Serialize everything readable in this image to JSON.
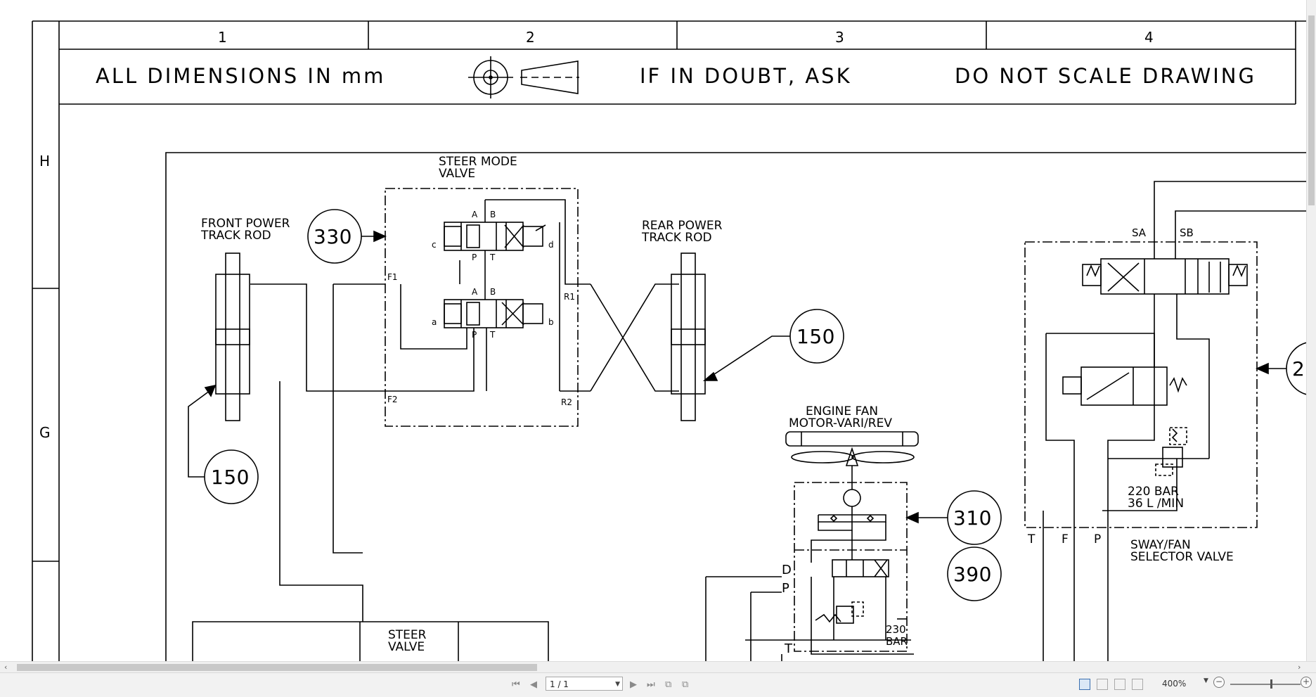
{
  "title_block": {
    "columns": [
      "1",
      "2",
      "3",
      "4"
    ],
    "rows": [
      "H",
      "G"
    ],
    "note_dimensions": "ALL DIMENSIONS IN mm",
    "note_doubt": "IF IN DOUBT, ASK",
    "note_scale": "DO NOT SCALE DRAWING"
  },
  "labels": {
    "steer_mode_valve": [
      "STEER MODE",
      "VALVE"
    ],
    "front_track_rod": [
      "FRONT POWER",
      "TRACK ROD"
    ],
    "rear_track_rod": [
      "REAR POWER",
      "TRACK ROD"
    ],
    "engine_fan": [
      "ENGINE FAN",
      "MOTOR-VARI/REV"
    ],
    "steer_valve": [
      "STEER",
      "VALVE"
    ],
    "sway_fan": [
      "SWAY/FAN",
      "SELECTOR VALVE"
    ],
    "relief_220": [
      "220 BAR",
      "36 L /MIN"
    ],
    "relief_230": [
      "230",
      "BAR"
    ]
  },
  "ports": {
    "F1": "F1",
    "F2": "F2",
    "R1": "R1",
    "R2": "R2",
    "A": "A",
    "B": "B",
    "P": "P",
    "T": "T",
    "c": "c",
    "d": "d",
    "a": "a",
    "b": "b",
    "SA": "SA",
    "SB": "SB",
    "D": "D",
    "F": "F"
  },
  "callouts": {
    "c330": "330",
    "c150_front": "150",
    "c150_rear": "150",
    "c310": "310",
    "c390": "390",
    "c_edge": "2"
  },
  "viewer": {
    "page_indicator": "1 / 1",
    "zoom": "400%"
  }
}
